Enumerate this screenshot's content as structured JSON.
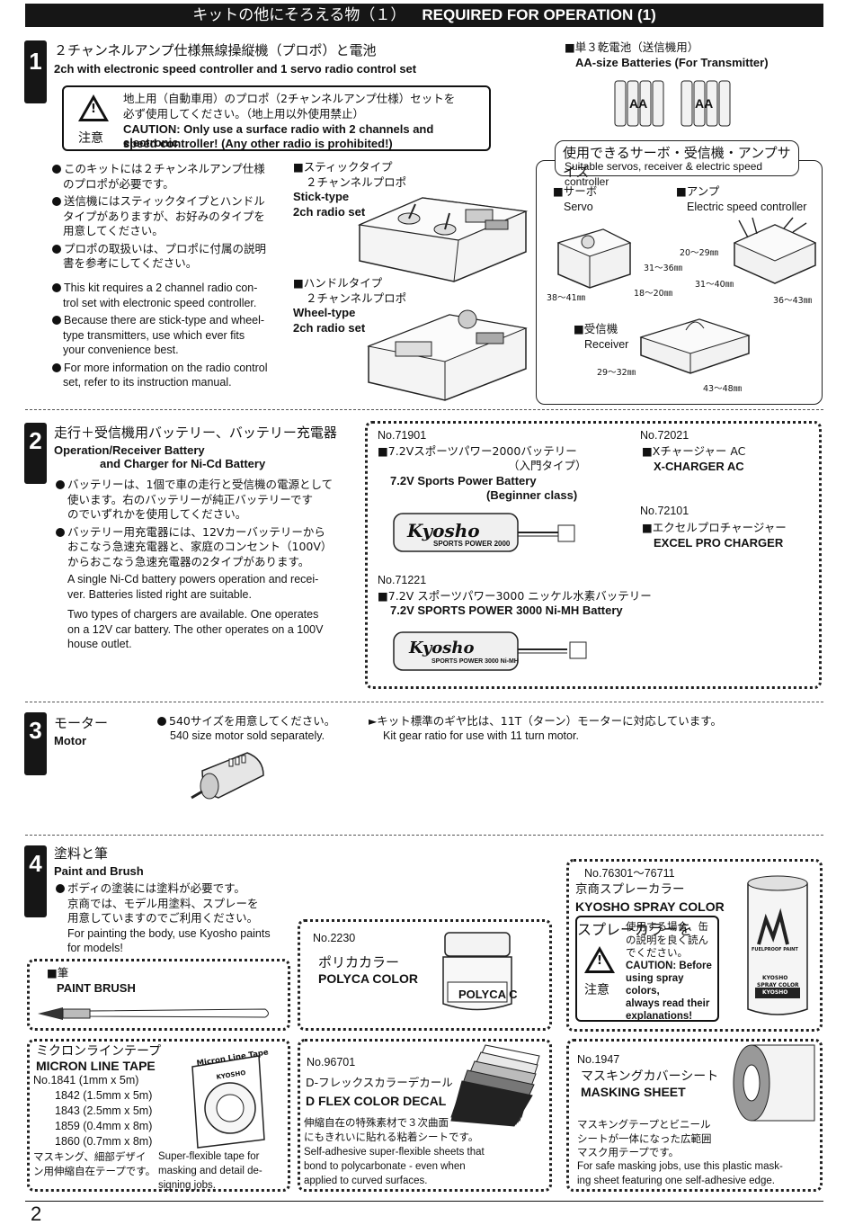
{
  "header": {
    "jp": "キットの他にそろえる物（１）",
    "en": "REQUIRED FOR OPERATION (1)"
  },
  "s1": {
    "num": "1",
    "title_jp": "２チャンネルアンプ仕様無線操縦機（プロポ）と電池",
    "title_en": "2ch with electronic speed controller and 1 servo radio control set",
    "caution_jp1": "地上用（自動車用）のプロポ（2チャンネルアンプ仕様）セットを",
    "caution_jp2": "必ず使用してください。（地上用以外使用禁止）",
    "caution_en1": "CAUTION: Only use a surface radio with 2 channels and electronic",
    "caution_en2": "speed controller! (Any other radio is prohibited!)",
    "caution_label": "注意",
    "b1a": "このキットには２チャンネルアンプ仕様",
    "b1b": "のプロポが必要です。",
    "b2a": "送信機にはスティックタイプとハンドル",
    "b2b": "タイプがありますが、お好みのタイプを",
    "b2c": "用意してください。",
    "b3a": "プロポの取扱いは、プロポに付属の説明",
    "b3b": "書を参考にしてください。",
    "e1a": "This kit requires a 2 channel radio con-",
    "e1b": "trol set with electronic speed controller.",
    "e2a": "Because there are stick-type and wheel-",
    "e2b": "type transmitters, use which ever fits",
    "e2c": "your convenience best.",
    "e3a": "For more information on the radio control",
    "e3b": "set, refer to its instruction manual.",
    "stick_jp1": "■スティックタイプ",
    "stick_jp2": "２チャンネルプロポ",
    "stick_en1": "Stick-type",
    "stick_en2": "2ch radio set",
    "wheel_jp1": "■ハンドルタイプ",
    "wheel_jp2": "２チャンネルプロポ",
    "wheel_en1": "Wheel-type",
    "wheel_en2": "2ch radio set",
    "aa_jp": "■単３乾電池（送信機用）",
    "aa_en": "AA-size Batteries (For Transmitter)",
    "aa_label": "AA",
    "sizes_jp": "使用できるサーボ・受信機・アンプサイズ",
    "sizes_en": "Suitable servos, receiver & electric speed controller",
    "servo_jp": "■サーボ",
    "servo_en": "Servo",
    "amp_jp": "■アンプ",
    "amp_en": "Electric speed controller",
    "rx_jp": "■受信機",
    "rx_en": "Receiver",
    "dims": {
      "servo_w": "38〜41㎜",
      "servo_d": "18〜20㎜",
      "servo_h": "31〜36㎜",
      "amp_h": "20〜29㎜",
      "amp_d": "31〜40㎜",
      "amp_w": "36〜43㎜",
      "rx_d": "29〜32㎜",
      "rx_w": "43〜48㎜"
    }
  },
  "s2": {
    "num": "2",
    "title_jp": "走行＋受信機用バッテリー、バッテリー充電器",
    "title_en1": "Operation/Receiver Battery",
    "title_en2": "and Charger for Ni-Cd Battery",
    "b1a": "バッテリーは、1個で車の走行と受信機の電源として",
    "b1b": "使います。右のバッテリーが純正バッテリーです",
    "b1c": "のでいずれかを使用してください。",
    "b2a": "バッテリー用充電器には、12Vカーバッテリーから",
    "b2b": "おこなう急速充電器と、家庭のコンセント（100V）",
    "b2c": "からおこなう急速充電器の2タイプがあります。",
    "e1a": "A single Ni-Cd battery powers operation and recei-",
    "e1b": "ver.  Batteries listed right are suitable.",
    "e2a": "Two types of chargers are available. One operates",
    "e2b": "on a 12V car battery. The other operates on a 100V",
    "e2c": "house outlet.",
    "p1_no": "No.71901",
    "p1_jp": "■7.2Vスポーツパワー2000バッテリー",
    "p1_jp2": "（入門タイプ）",
    "p1_en": "7.2V Sports Power Battery",
    "p1_en2": "(Beginner class)",
    "p1_label1": "Kyosho",
    "p1_label2": "SPORTS POWER 2000",
    "p2_no": "No.71221",
    "p2_jp": "■7.2V スポーツパワー3000 ニッケル水素バッテリー",
    "p2_en": "7.2V SPORTS POWER 3000 Ni-MH Battery",
    "p2_label1": "Kyosho",
    "p2_label2": "SPORTS POWER 3000 Ni-MH",
    "c1_no": "No.72021",
    "c1_jp": "■Xチャージャー AC",
    "c1_en": "X-CHARGER AC",
    "c2_no": "No.72101",
    "c2_jp": "■エクセルプロチャージャー",
    "c2_en": "EXCEL PRO CHARGER"
  },
  "s3": {
    "num": "3",
    "title_jp": "モーター",
    "title_en": "Motor",
    "b_jp": "540サイズを用意してください。",
    "b_en": "540 size motor sold separately.",
    "n_jp": "キット標準のギヤ比は、11T（ターン）モーターに対応しています。",
    "n_en": "Kit gear ratio for use with 11 turn motor."
  },
  "s4": {
    "num": "4",
    "title_jp": "塗料と筆",
    "title_en": "Paint and Brush",
    "b_jp1": "ボディの塗装には塗料が必要です。",
    "b_jp2": "京商では、モデル用塗料、スプレーを",
    "b_jp3": "用意していますのでご利用ください。",
    "b_en1": "For painting the body, use Kyosho paints",
    "b_en2": "for models!",
    "brush_jp": "■筆",
    "brush_en": "PAINT BRUSH",
    "polyca_no": "No.2230",
    "polyca_jp": "ポリカカラー",
    "polyca_en": "POLYCA COLOR",
    "polyca_label": "POLYCA C",
    "spray_no": "No.76301〜76711",
    "spray_jp": "京商スプレーカラー",
    "spray_en": "KYOSHO SPRAY COLOR",
    "spray_c_jp1": "スプレーカラーを",
    "spray_c_jp2": "使用する場合、缶",
    "spray_c_jp3": "の説明を良く読ん",
    "spray_c_jp4": "でください。",
    "spray_c_en1": "CAUTION: Before",
    "spray_c_en2": "using spray colors,",
    "spray_c_en3": "always read their",
    "spray_c_en4": "explanations!",
    "spray_can1": "FUELPROOF PAINT",
    "spray_can2": "KYOSHO",
    "spray_can3": "SPRAY COLOR",
    "spray_can4": "KYOSHO",
    "tape_jp": "ミクロンラインテープ",
    "tape_en": "MICRON LINE TAPE",
    "tape_items": [
      "No.1841  (1mm x 5m)",
      "1842  (1.5mm x 5m)",
      "1843  (2.5mm x 5m)",
      "1859  (0.4mm x 8m)",
      "1860  (0.7mm x 8m)"
    ],
    "tape_d_jp1": "マスキング、細部デザイ",
    "tape_d_jp2": "ン用伸縮自在テープです。",
    "tape_d_en1": "Super-flexible tape for",
    "tape_d_en2": "masking and detail de-",
    "tape_d_en3": "signing jobs.",
    "tape_label1": "Micron Line Tape",
    "tape_label2": "KYOSHO",
    "decal_no": "No.96701",
    "decal_jp": "D-フレックスカラーデカール",
    "decal_en": "D FLEX COLOR DECAL",
    "decal_d_jp1": "伸縮自在の特殊素材で３次曲面",
    "decal_d_jp2": "にもきれいに貼れる粘着シートです。",
    "decal_d_en1": "Self-adhesive super-flexible sheets that",
    "decal_d_en2": "bond to polycarbonate - even when",
    "decal_d_en3": "applied to curved surfaces.",
    "mask_no": "No.1947",
    "mask_jp": "マスキングカバーシート",
    "mask_en": "MASKING SHEET",
    "mask_d_jp1": "マスキングテープとビニール",
    "mask_d_jp2": "シートが一体になった広範囲",
    "mask_d_jp3": "マスク用テープです。",
    "mask_d_en1": "For safe masking jobs, use this plastic mask-",
    "mask_d_en2": "ing sheet featuring one self-adhesive edge."
  },
  "page_number": "2"
}
